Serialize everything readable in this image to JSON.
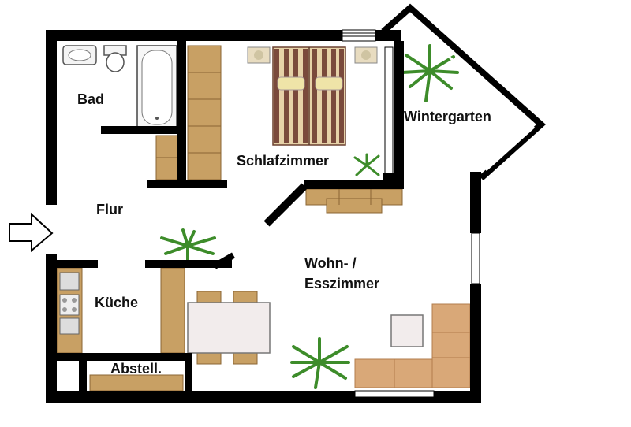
{
  "rooms": {
    "bad": "Bad",
    "schlafzimmer": "Schlafzimmer",
    "wintergarten": "Wintergarten",
    "flur": "Flur",
    "kueche": "Küche",
    "wohn_line1": "Wohn- /",
    "wohn_line2": "Esszimmer",
    "abstell": "Abstell."
  },
  "colors": {
    "wall": "#000000",
    "wood": "#c8a064",
    "wood_dark": "#a57c43",
    "sofa": "#d9a878",
    "sofa_edge": "#b27d4c",
    "plant": "#3d8c2a",
    "stripe_brown": "#7a4a3c",
    "stripe_beige": "#e6d2a8"
  },
  "icons": [
    "entrance-arrow-icon",
    "bathtub-icon",
    "toilet-icon",
    "sink-icon",
    "bed-icon",
    "plant-icon",
    "sofa-icon",
    "dining-table-icon",
    "stove-icon"
  ]
}
